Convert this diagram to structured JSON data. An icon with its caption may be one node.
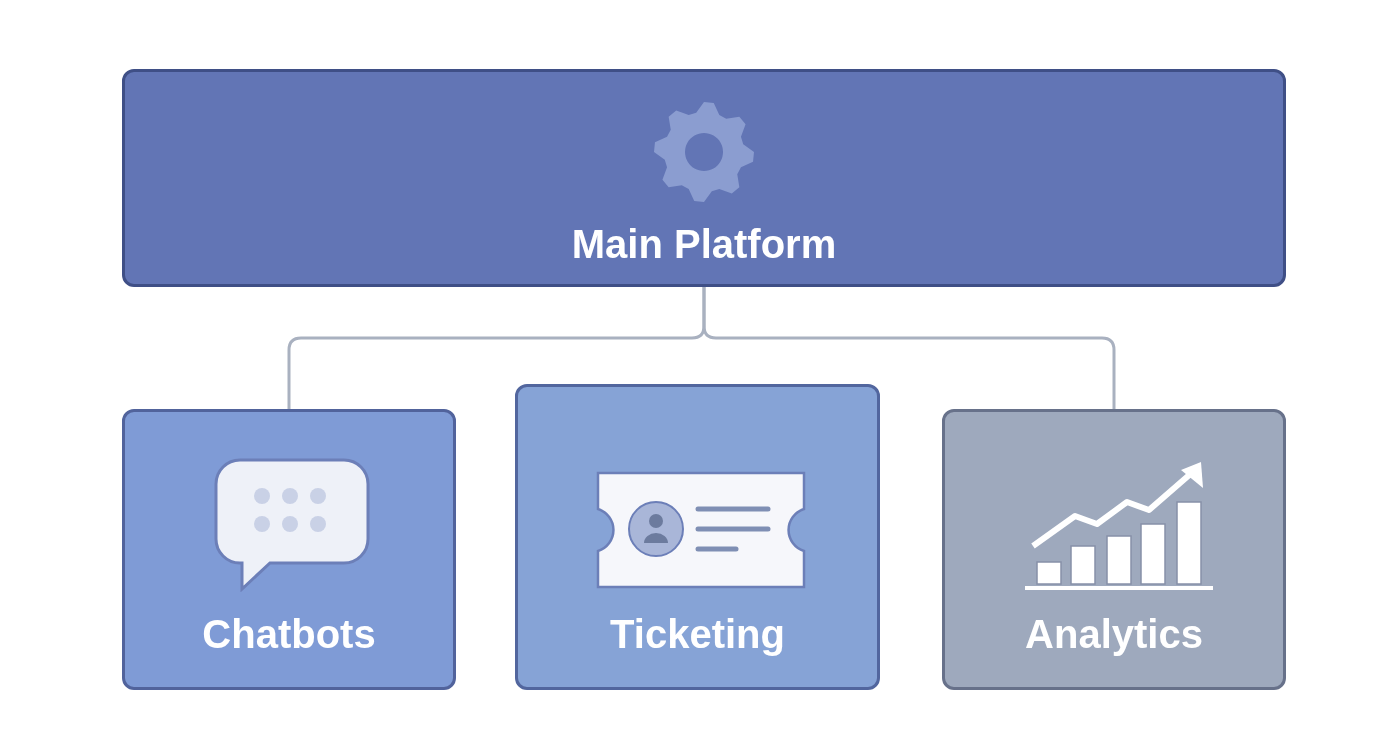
{
  "diagram": {
    "nodes": [
      {
        "text": [
          "Main Platform"
        ]
      },
      {
        "text": [
          "Chatbots"
        ]
      },
      {
        "text": [
          "Ticketing"
        ]
      },
      {
        "text": [
          "Analytics"
        ]
      }
    ],
    "edges": [
      {
        "from": 0,
        "to": 1,
        "arrow": "none"
      },
      {
        "from": 0,
        "to": 3,
        "arrow": "none"
      }
    ]
  }
}
